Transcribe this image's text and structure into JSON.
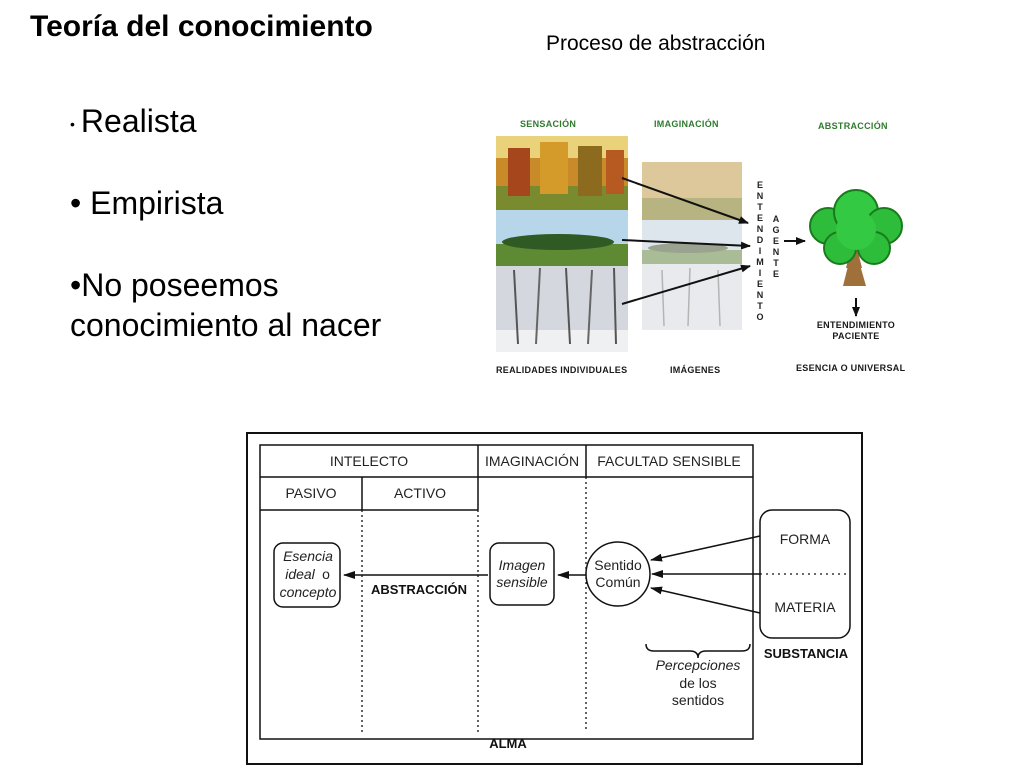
{
  "title": "Teoría del conocimiento",
  "caption": "Proceso de abstracción",
  "bullets": [
    "Realista",
    "Empirista",
    "No poseemos",
    "conocimiento al nacer"
  ],
  "abstraction_figure": {
    "col_sensacion": "SENSACIÓN",
    "col_imaginacion": "IMAGINACIÓN",
    "col_abstraccion": "ABSTRACCIÓN",
    "vertical_entendimiento": "ENTENDIMIENTO",
    "vertical_agente": "AGENTE",
    "entendimiento_paciente_1": "ENTENDIMIENTO",
    "entendimiento_paciente_2": "PACIENTE",
    "bottom_realidades": "REALIDADES INDIVIDUALES",
    "bottom_imagenes": "IMÁGENES",
    "bottom_esencia": "ESENCIA O UNIVERSAL"
  },
  "soul_diagram": {
    "intelecto": "INTELECTO",
    "imaginacion": "IMAGINACIÓN",
    "facultad_sensible": "FACULTAD SENSIBLE",
    "pasivo": "PASIVO",
    "activo": "ACTIVO",
    "esencia_1": "Esencia",
    "esencia_2": "ideal",
    "esencia_o": "o",
    "esencia_3": "concepto",
    "abstraccion": "ABSTRACCIÓN",
    "imagen_1": "Imagen",
    "imagen_2": "sensible",
    "sentido_1": "Sentido",
    "sentido_2": "Común",
    "forma": "FORMA",
    "materia": "MATERIA",
    "substancia": "SUBSTANCIA",
    "percepciones_1": "Percepciones",
    "percepciones_2": "de los",
    "percepciones_3": "sentidos",
    "alma": "ALMA"
  }
}
